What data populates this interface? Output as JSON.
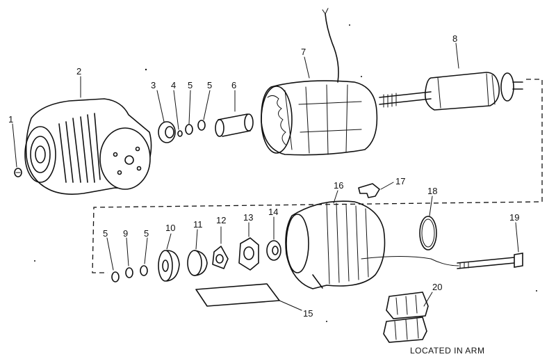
{
  "diagram": {
    "part_numbers": {
      "p1": "1",
      "p2": "2",
      "p3": "3",
      "p4": "4",
      "p5a": "5",
      "p5b": "5",
      "p6": "6",
      "p7": "7",
      "p8": "8",
      "p5c": "5",
      "p9": "9",
      "p5d": "5",
      "p10": "10",
      "p11": "11",
      "p12": "12",
      "p13": "13",
      "p14": "14",
      "p15": "15",
      "p16": "16",
      "p17": "17",
      "p18": "18",
      "p19": "19",
      "p20": "20"
    },
    "caption": "LOCATED IN ARM"
  }
}
